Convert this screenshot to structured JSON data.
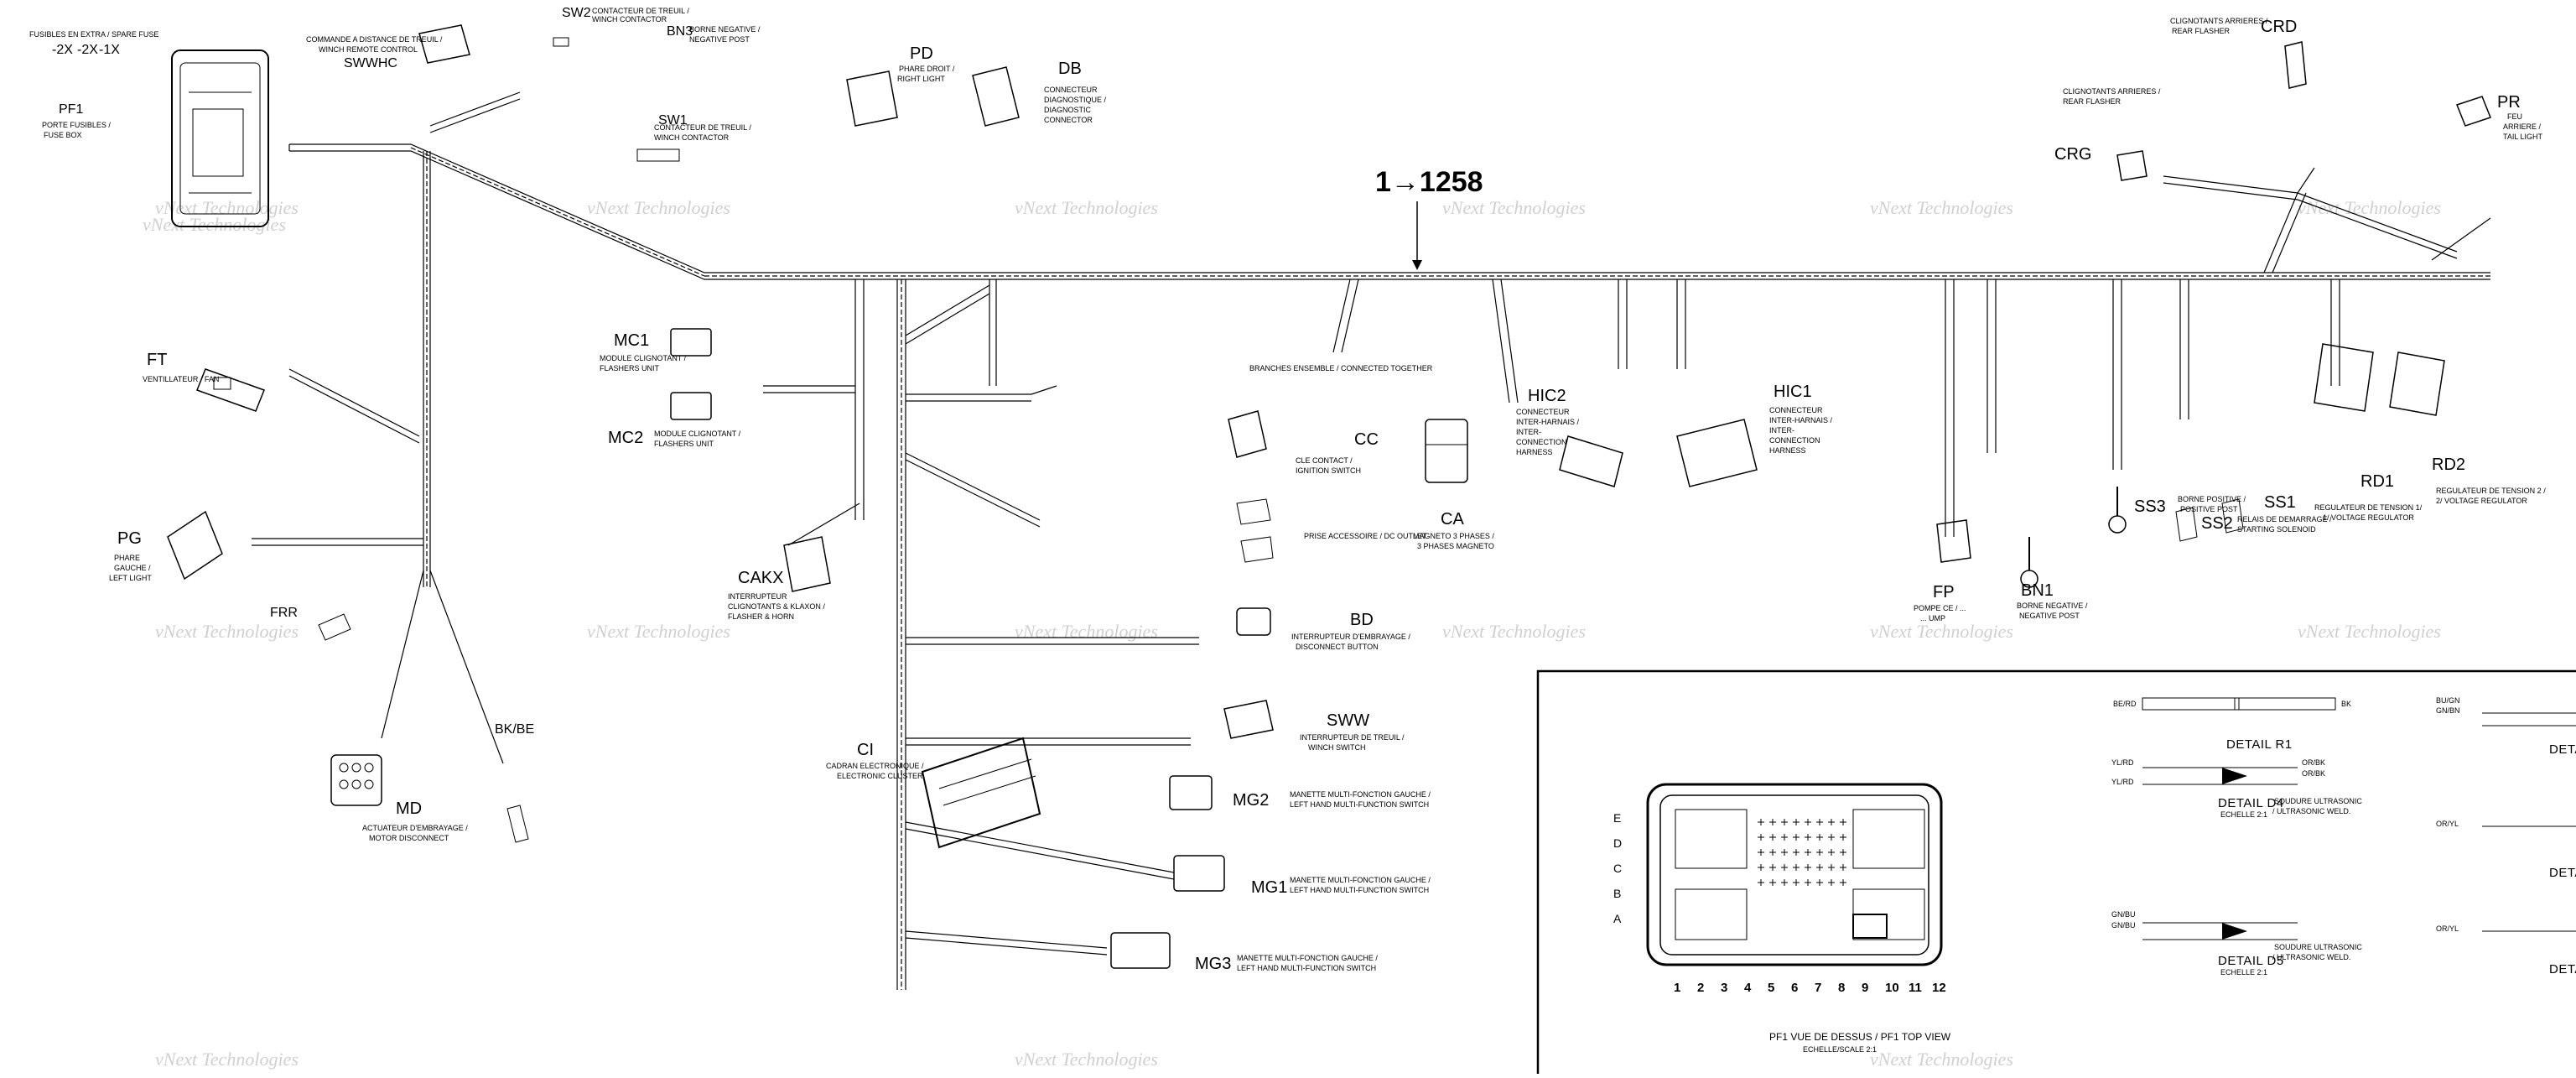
{
  "title": "1→1258",
  "watermark": "vNext Technologies",
  "connectors": [
    {
      "code": "PF1",
      "lines": [
        "PORTE FUSIBLES /",
        "FUSE BOX"
      ]
    },
    {
      "code": "FT",
      "lines": [
        "VENTILLATEUR / FAN"
      ]
    },
    {
      "code": "PG",
      "lines": [
        "PHARE",
        "GAUCHE /",
        "LEFT LIGHT"
      ]
    },
    {
      "code": "FRR",
      "lines": []
    },
    {
      "code": "MD",
      "lines": [
        "ACTUATEUR D'EMBRAYAGE /",
        "MOTOR DISCONNECT"
      ]
    },
    {
      "code": "SWWHC",
      "lines": [
        "COMMANDE A DISTANCE DE TREUIL /",
        "WINCH REMOTE CONTROL"
      ]
    },
    {
      "code": "PD",
      "lines": [
        "PHARE DROIT /",
        "RIGHT LIGHT"
      ]
    },
    {
      "code": "DB",
      "lines": [
        "CONNECTEUR",
        "DIAGNOSTIQUE /",
        "DIAGNOSTIC",
        "CONNECTOR"
      ]
    },
    {
      "code": "MC1",
      "lines": [
        "MODULE CLIGNOTANT /",
        "FLASHERS UNIT"
      ]
    },
    {
      "code": "MC2",
      "lines": [
        "MODULE CLIGNOTANT /",
        "FLASHERS UNIT"
      ]
    },
    {
      "code": "CAKX",
      "lines": [
        "INTERRUPTEUR",
        "CLIGNOTANTS & KLAXON /",
        "FLASHER & HORN"
      ]
    },
    {
      "code": "CI",
      "lines": [
        "CADRAN ELECTRONIQUE /",
        "ELECTRONIC CLUSTER"
      ]
    },
    {
      "code": "CC",
      "lines": [
        "CLE CONTACT /",
        "IGNITION SWITCH"
      ]
    },
    {
      "code": "BD",
      "lines": [
        "INTERRUPTEUR D'EMBRAYAGE /",
        "DISCONNECT BUTTON"
      ]
    },
    {
      "code": "SWW",
      "lines": [
        "INTERRUPTEUR DE TREUIL /",
        "WINCH SWITCH"
      ]
    },
    {
      "code": "MG2",
      "lines": [
        "MANETTE MULTI-FONCTION GAUCHE /",
        "LEFT HAND MULTI-FUNCTION SWITCH"
      ]
    },
    {
      "code": "MG1",
      "lines": [
        "MANETTE MULTI-FONCTION GAUCHE /",
        "LEFT HAND MULTI-FUNCTION SWITCH"
      ]
    },
    {
      "code": "MG3",
      "lines": [
        "MANETTE MULTI-FONCTION GAUCHE /",
        "LEFT HAND MULTI-FUNCTION SWITCH"
      ]
    },
    {
      "code": "CA",
      "lines": [
        "MAGNETO 3 PHASES /",
        "3 PHASES MAGNETO"
      ]
    },
    {
      "code": "HIC2",
      "lines": [
        "CONNECTEUR",
        "INTER-HARNAIS /",
        "INTER-",
        "CONNECTION",
        "HARNESS"
      ]
    },
    {
      "code": "HIC1",
      "lines": [
        "CONNECTEUR",
        "INTER-HARNAIS /",
        "INTER-",
        "CONNECTION",
        "HARNESS"
      ]
    },
    {
      "code": "FP",
      "lines": [
        "POMPE CE / ...",
        "... UMP"
      ]
    },
    {
      "code": "BN1",
      "lines": [
        "BORNE NEGATIVE /",
        "NEGATIVE POST"
      ]
    },
    {
      "code": "SS3",
      "lines": []
    },
    {
      "code": "SS2",
      "lines": [
        "BORNE POSITIVE /",
        "POSITIVE POST"
      ]
    },
    {
      "code": "SS1",
      "lines": [
        "RELAIS DE DEMARRAGE /",
        "STARTING SOLENOID"
      ]
    },
    {
      "code": "RD1",
      "lines": [
        "REGULATEUR DE TENSION 1/",
        "1/ VOLTAGE REGULATOR"
      ]
    },
    {
      "code": "RD2",
      "lines": [
        "REGULATEUR DE TENSION 2 /",
        "2/ VOLTAGE REGULATOR"
      ]
    },
    {
      "code": "CRD",
      "lines": [
        "CLIGNOTANTS ARRIERES /",
        "REAR FLASHER"
      ]
    },
    {
      "code": "CRG",
      "lines": [
        "CLIGNOTANTS ARRIERES /",
        "REAR FLASHER"
      ]
    },
    {
      "code": "PR",
      "lines": [
        "FEU",
        "ARRIERE /",
        "TAIL LIGHT"
      ]
    },
    {
      "code": "SW2",
      "lines": [
        "CONTACTEUR DE TREUIL /",
        "WINCH CONTACTOR"
      ]
    },
    {
      "code": "SW1",
      "lines": [
        "CONTACTEUR DE TREUIL /",
        "WINCH CONTACTOR"
      ]
    },
    {
      "code": "BN3",
      "lines": [
        "BORNE NEGATIVE /",
        "NEGATIVE POST"
      ]
    }
  ],
  "misc_text": {
    "spare_fuse": "FUSIBLES EN EXTRA / SPARE FUSE",
    "fuse_vals": [
      "-2X",
      "-2X",
      "-1X"
    ],
    "branches": "BRANCHES ENSEMBLE / CONNECTED TOGETHER",
    "dc_outlet": "PRISE ACCESSOIRE / DC OUTLET",
    "bkbe": "BK/BE"
  },
  "detail_panel": {
    "title": "PF1 VUE DE DESSUS / PF1 TOP VIEW",
    "scale": "ECHELLE/SCALE 2:1",
    "rows": [
      "E",
      "D",
      "C",
      "B",
      "A"
    ],
    "cols": [
      "1",
      "2",
      "3",
      "4",
      "5",
      "6",
      "7",
      "8",
      "9",
      "10",
      "11",
      "12"
    ]
  },
  "details": {
    "r1": "DETAIL R1",
    "d4": "DETAIL D4",
    "d5": "DETAIL D5",
    "d_cut": "DETAIL",
    "echelle": "ECHELLE 2:1",
    "soudure": "SOUDURE ULTRASONIC",
    "weld": "/ ULTRASONIC WELD."
  },
  "wire_codes": [
    "YL/RD",
    "YL/RD",
    "GN/BU",
    "GN/BU",
    "OR/BK",
    "OR/BK",
    "BK",
    "BE/RD",
    "OR/YL",
    "OR/YL",
    "GN/BN",
    "BU/GN"
  ]
}
